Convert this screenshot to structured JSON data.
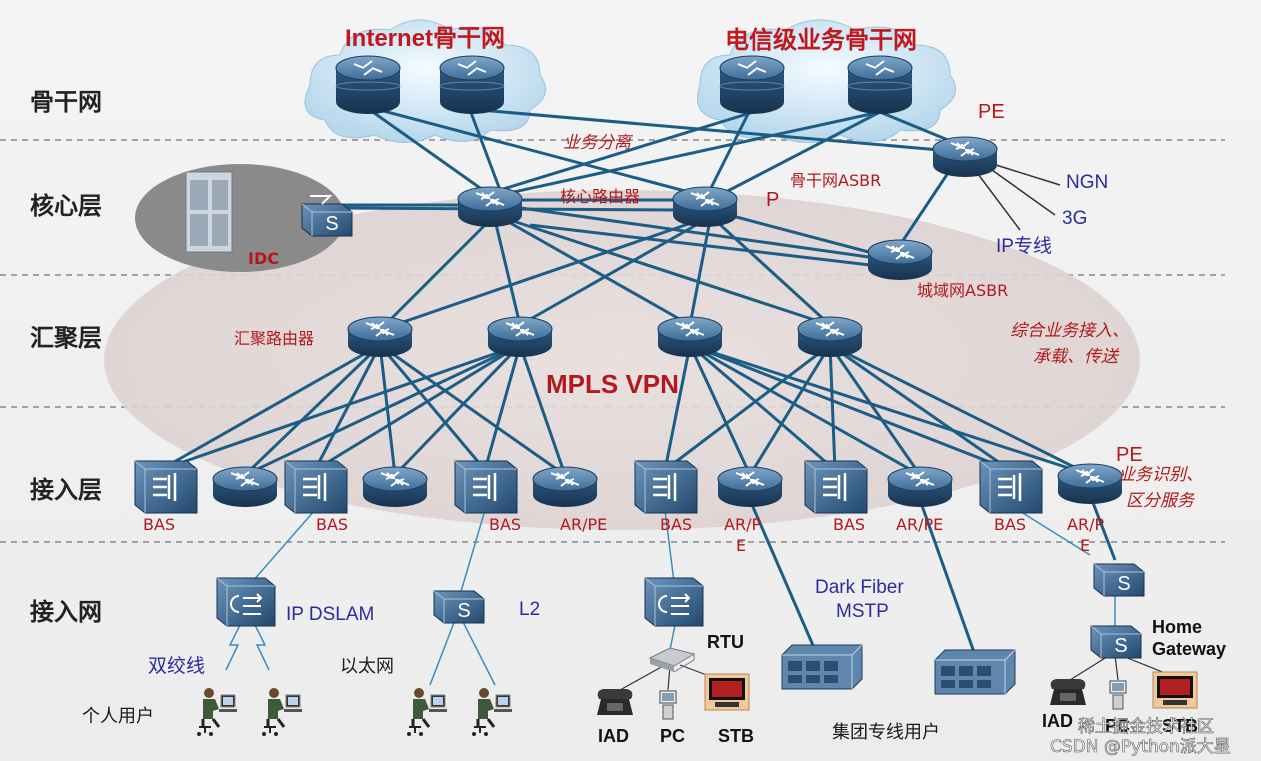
{
  "layers": {
    "backbone": "骨干网",
    "core": "核心层",
    "aggregation": "汇聚层",
    "access_layer": "接入层",
    "access_network": "接入网"
  },
  "clouds": {
    "internet": "Internet骨干网",
    "telecom": "电信级业务骨干网"
  },
  "labels": {
    "service_separation": "业务分离",
    "core_router": "核心路由器",
    "backbone_asbr": "骨干网ASBR",
    "p": "P",
    "pe_top": "PE",
    "ngn": "NGN",
    "g3": "3G",
    "ip_line": "IP专线",
    "idc": "IDC",
    "metro_asbr": "城域网ASBR",
    "agg_router": "汇聚路由器",
    "mpls_vpn": "MPLS VPN",
    "integrated_1": "综合业务接入、",
    "integrated_2": "承载、传送",
    "pe_access": "PE",
    "svc_id_1": "业务识别、",
    "svc_id_2": "区分服务",
    "bas1": "BAS",
    "bas2": "BAS",
    "bas3": "BAS",
    "bas4": "BAS",
    "bas5": "BAS",
    "bas6": "BAS",
    "arpe1": "AR/PE",
    "arpe2_a": "AR/P",
    "arpe2_b": "E",
    "arpe3": "AR/PE",
    "arpe4_a": "AR/P",
    "arpe4_b": "E",
    "ip_dslam": "IP DSLAM",
    "l2": "L2",
    "rtu": "RTU",
    "dark_fiber": "Dark Fiber",
    "mstp": "MSTP",
    "home_gateway_1": "Home",
    "home_gateway_2": "Gateway",
    "twisted_pair": "双绞线",
    "ethernet": "以太网",
    "personal_users": "个人用户",
    "group_users": "集团专线用户",
    "iad1": "IAD",
    "pc1": "PC",
    "stb1": "STB",
    "iad2": "IAD",
    "pc2": "PC",
    "stb2": "STB"
  },
  "watermark": "CSDN @Python派大星",
  "watermark2": "稀土掘金技术社区",
  "colors": {
    "link": "#1c5d86",
    "router_dark": "#23486c",
    "router_light": "#5f8fb8",
    "label_red": "#b3181c",
    "label_blue": "#2c2c9c",
    "mpls_ellipse": "#e2d6d6"
  }
}
